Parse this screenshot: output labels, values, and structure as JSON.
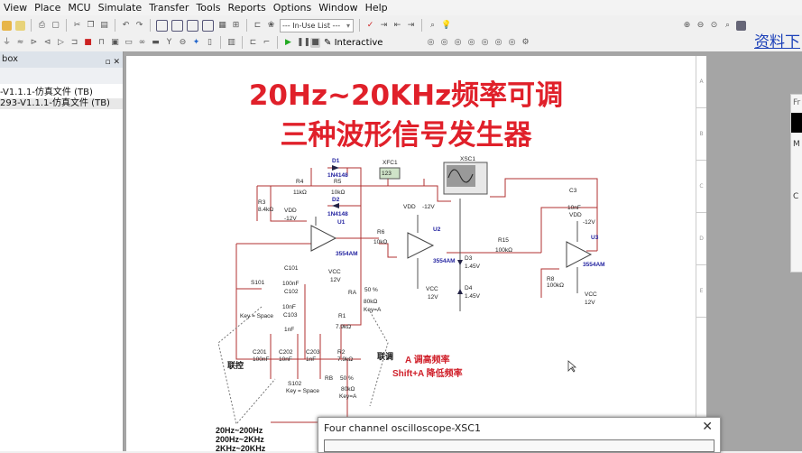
{
  "menu": [
    "View",
    "Place",
    "MCU",
    "Simulate",
    "Transfer",
    "Tools",
    "Reports",
    "Options",
    "Window",
    "Help"
  ],
  "toolbar": {
    "in_use_list": "--- In-Use List ---",
    "interactive": "Interactive"
  },
  "resource_link": "资料下",
  "left_panel": {
    "title": "box",
    "items": [
      "-V1.1.1-仿真文件 (TB)",
      "293-V1.1.1-仿真文件 (TB)"
    ]
  },
  "ruler": [
    "A",
    "B",
    "C",
    "D",
    "E"
  ],
  "schematic": {
    "title_line1": "20Hz~20KHz频率可调",
    "title_line2": "三种波形信号发生器",
    "labels": {
      "d1": "D1",
      "d1v": "1N4148",
      "r4": "R4",
      "r4v": "11kΩ",
      "r5": "R5",
      "r5v": "10kΩ",
      "d2": "D2",
      "d2v": "1N4148",
      "r3": "R3",
      "r3v": "8.4kΩ",
      "vdd1": "VDD",
      "vdd1v": "-12V",
      "u1": "U1",
      "u1m": "3554AM",
      "xfc1": "XFC1",
      "xfc1v": "123",
      "xsc1": "XSC1",
      "vdd2": "VDD",
      "vdd2v": "-12V",
      "u2": "U2",
      "r6": "R6",
      "r6v": "10kΩ",
      "u2m": "3554AM",
      "d3": "D3",
      "d3v": "1.45V",
      "d4": "D4",
      "d4v": "1.45V",
      "vcc2": "VCC",
      "vcc2v": "12V",
      "r15": "R15",
      "r15v": "100kΩ",
      "c3": "C3",
      "c3v": "10nF",
      "vdd3": "VDD",
      "vdd3v": "-12V",
      "u3": "U3",
      "u3m": "3554AM",
      "r8": "R8",
      "r8v": "100kΩ",
      "vcc3": "VCC",
      "vcc3v": "12V",
      "c101": "C101",
      "c101v": "100nF",
      "vcc1": "VCC",
      "vcc1v": "12V",
      "s101": "S101",
      "c102": "C102",
      "c102v": "10nF",
      "ra": "RA",
      "rap": "50 %",
      "rav": "80kΩ",
      "rak": "Key=A",
      "key1": "Key = Space",
      "c103": "C103",
      "c103v": "1nF",
      "r1": "R1",
      "r1v": "7.9kΩ",
      "c201": "C201",
      "c201v": "100nF",
      "c202": "C202",
      "c202v": "10nF",
      "c203": "C203",
      "c203v": "1nF",
      "r2": "R2",
      "r2v": "7.9kΩ",
      "link1": "联控",
      "link2": "联调",
      "rb": "RB",
      "rbp": "50 %",
      "rbv": "80kΩ",
      "rbk": "Key=A",
      "s102": "S102",
      "key2": "Key = Space",
      "range1": "20Hz~200Hz",
      "range2": "200Hz~2KHz",
      "range3": "2KHz~20KHz",
      "note1": "A 调高频率",
      "note2": "Shift+A 降低频率"
    }
  },
  "right_dialog": {
    "title": "Fr",
    "label_m": "M",
    "label_c": "C"
  },
  "oscilloscope": {
    "title": "Four channel oscilloscope-XSC1",
    "close": "✕"
  },
  "colors": {
    "title_red": "#e0202a",
    "wire_red": "#b03030",
    "part_blue": "#2323a0"
  }
}
